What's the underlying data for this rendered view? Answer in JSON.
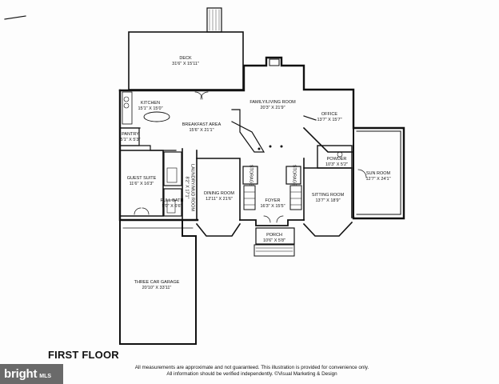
{
  "rooms": {
    "deck": {
      "name": "DECK",
      "size": "31'6\" X 15'11\""
    },
    "kitchen": {
      "name": "KITCHEN",
      "size": "15'1\" X 15'0\""
    },
    "family": {
      "name": "FAMILY/LIVING ROOM",
      "size": "20'3\" X 21'9\""
    },
    "office": {
      "name": "OFFICE",
      "size": "13'7\" X 15'7\""
    },
    "breakfast": {
      "name": "BREAKFAST AREA",
      "size": "15'6\" X 21'1\""
    },
    "pantry": {
      "name": "PANTRY",
      "size": "5'1\" X 5'3\""
    },
    "powder": {
      "name": "POWDER",
      "size": "10'3\" X 5'2\""
    },
    "guest": {
      "name": "GUEST SUITE",
      "size": "11'6\" X 16'3\""
    },
    "laundry": {
      "name": "LAUNDRY/MUD ROOM",
      "size": "8'2\" X 17'1\""
    },
    "sunroom": {
      "name": "SUN ROOM",
      "size": "12'7\" X 24'1\""
    },
    "storage1": {
      "name": "STORAGE"
    },
    "storage2": {
      "name": "STORAGE"
    },
    "dining": {
      "name": "DINING ROOM",
      "size": "12'11\" X 21'6\""
    },
    "foyer": {
      "name": "FOYER",
      "size": "16'3\" X 15'5\""
    },
    "sitting": {
      "name": "SITTING ROOM",
      "size": "13'7\" X 18'9\""
    },
    "fullbath": {
      "name": "FULL BATH",
      "size": "5'0\" X 6'6\""
    },
    "porch": {
      "name": "PORCH",
      "size": "10'6\" X 5'8\""
    },
    "garage": {
      "name": "THREE CAR GARAGE",
      "size": "20'10\" X 33'11\""
    }
  },
  "floor_title": "FIRST FLOOR",
  "disclaimer": [
    "All measurements are approximate and not guaranteed. This illustration is provided for convenience only.",
    "All information should be verified independently. ©Visual Marketing & Design"
  ],
  "watermark": {
    "brand": "bright",
    "suffix": "MLS"
  }
}
